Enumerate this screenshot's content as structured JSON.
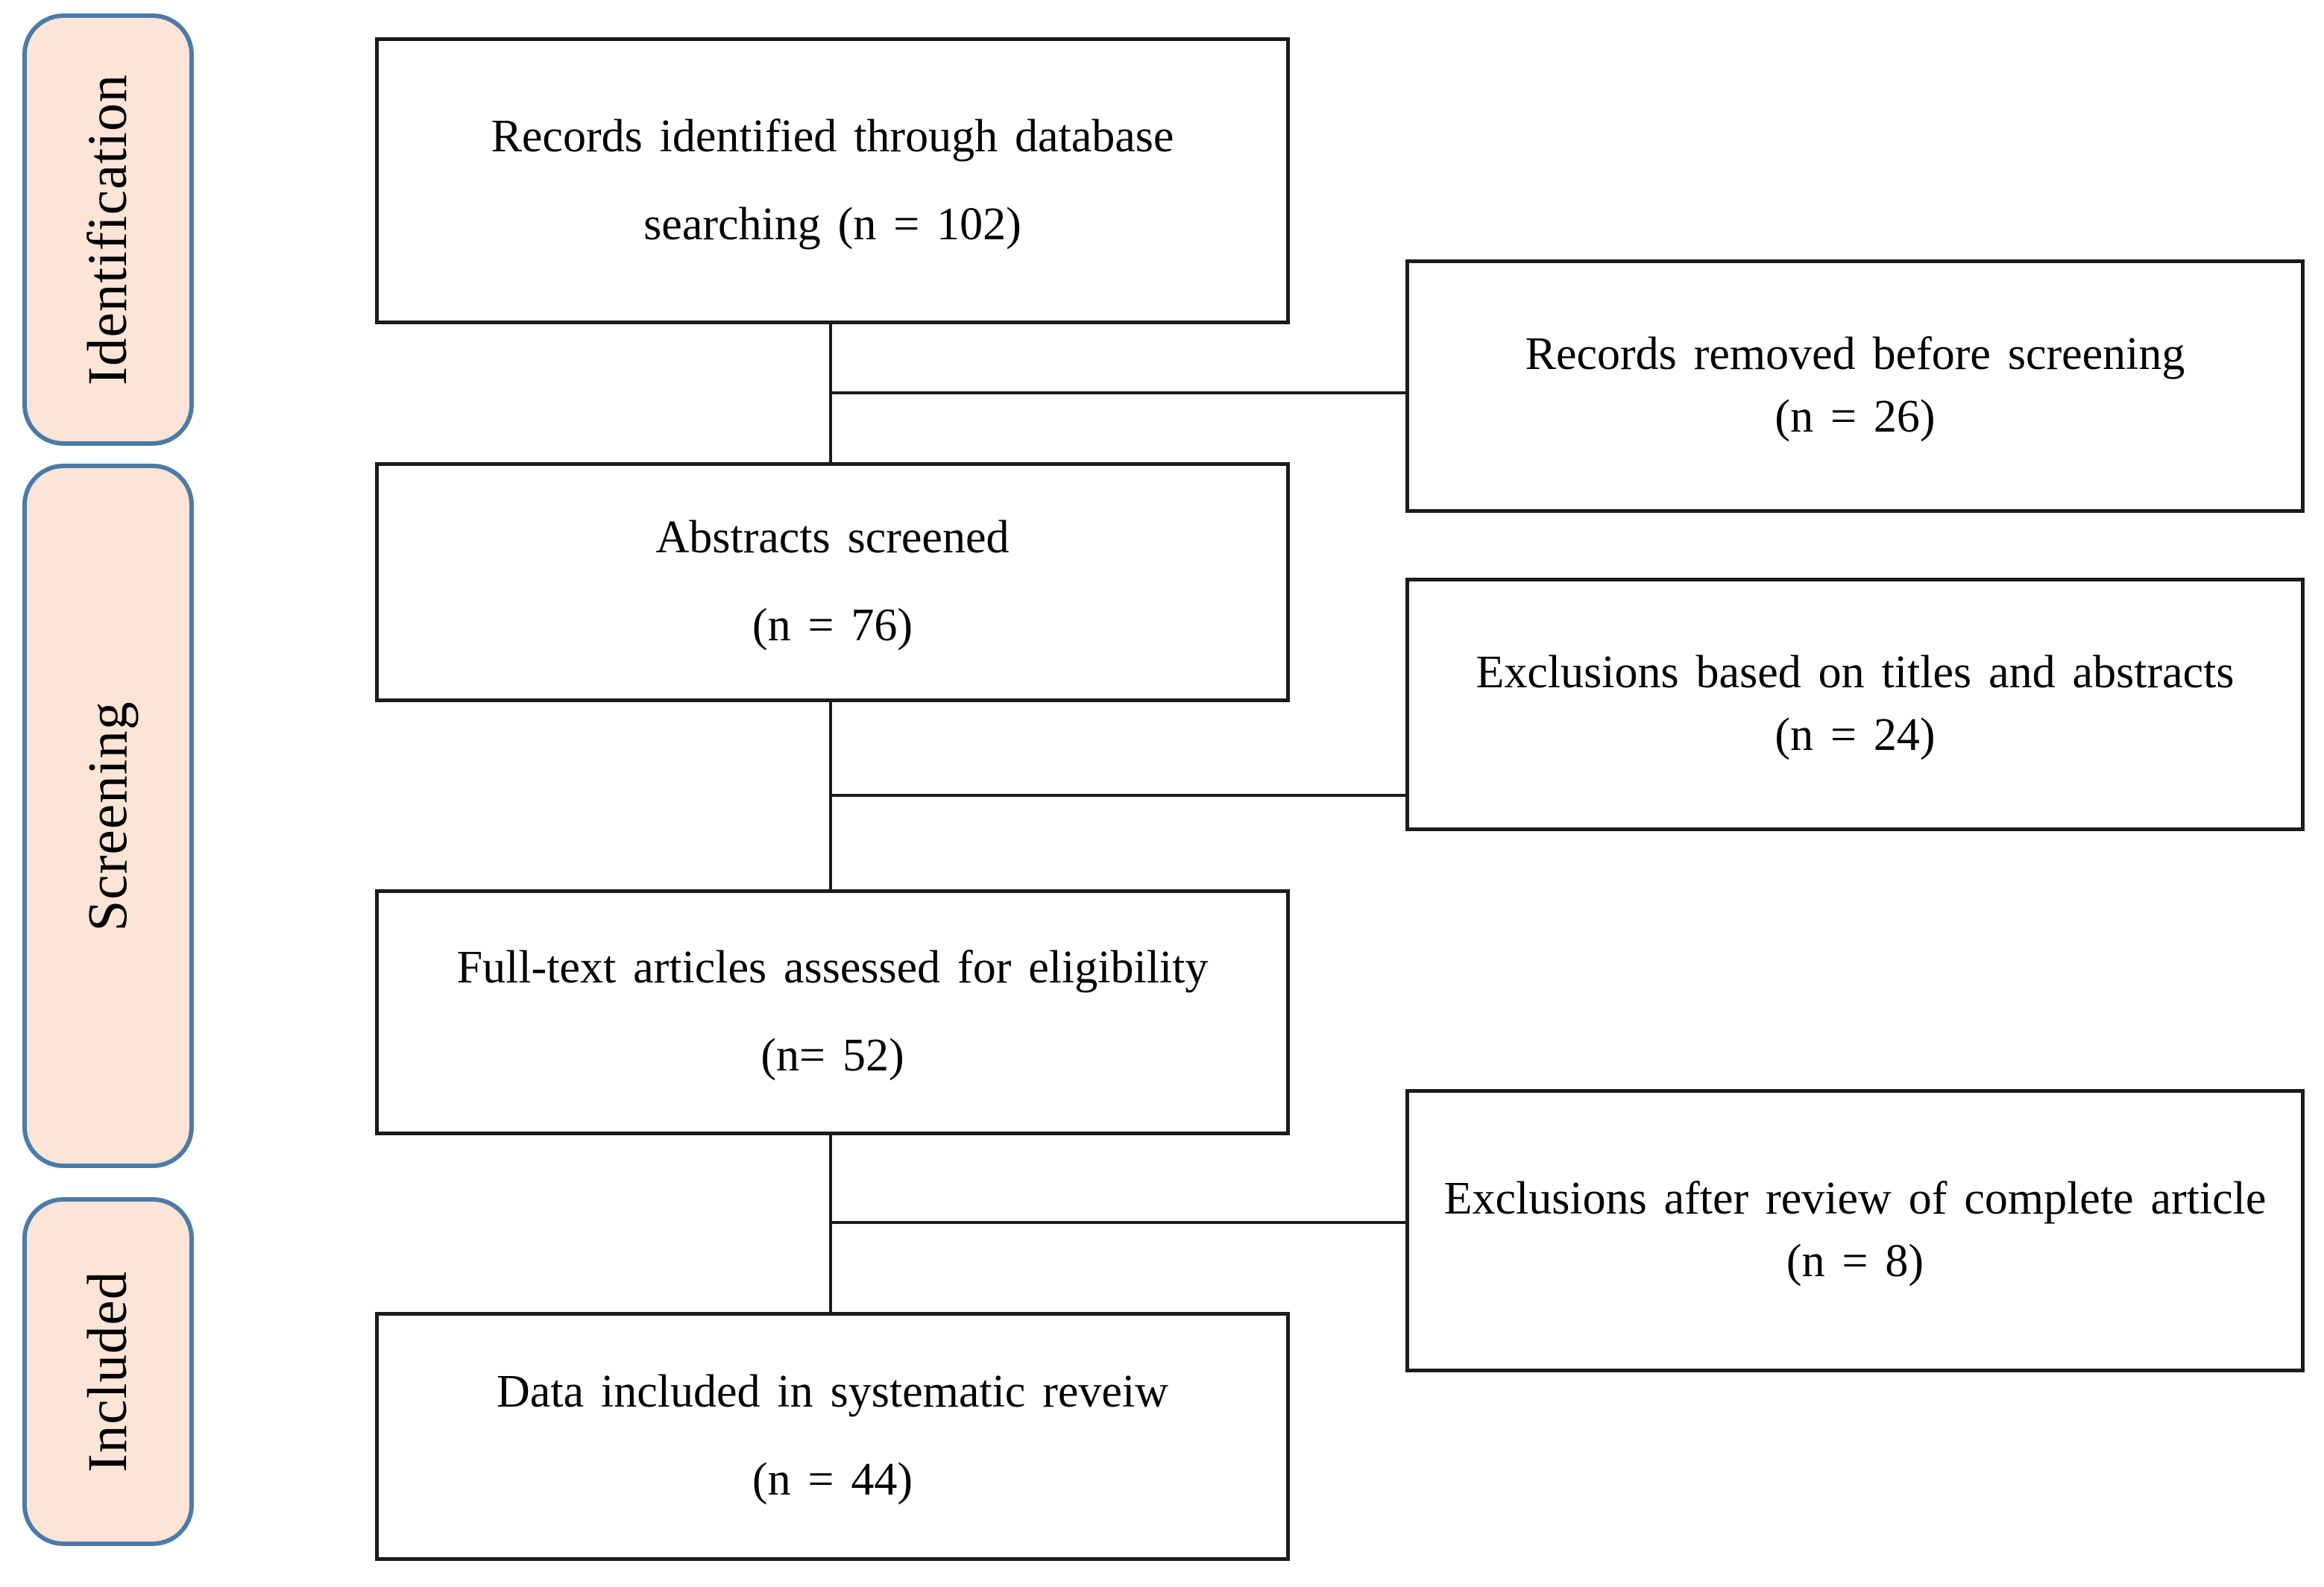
{
  "stages": [
    {
      "label": "Identification"
    },
    {
      "label": "Screening"
    },
    {
      "label": "Included"
    }
  ],
  "main_boxes": [
    {
      "line1": "Records identified through database",
      "line2": "searching (n = 102)"
    },
    {
      "line1": "Abstracts screened",
      "line2": "(n = 76)"
    },
    {
      "line1": "Full-text articles assessed for eligibility",
      "line2": "(n= 52)"
    },
    {
      "line1": "Data included in systematic reveiw",
      "line2": "(n = 44)"
    }
  ],
  "side_boxes": [
    {
      "line1": "Records removed before screening",
      "line2": "(n = 26)"
    },
    {
      "line1": "Exclusions based on titles and abstracts",
      "line2": "(n = 24)"
    },
    {
      "line1": "Exclusions after review of complete article",
      "line2": "(n = 8)"
    }
  ],
  "colors": {
    "background": "#ffffff",
    "text": "#000000",
    "box_border": "#1b1b1b",
    "box_fill": "#ffffff",
    "connector_line": "#1b1b1b",
    "stage_fill": "#fce4d6",
    "stage_border": "#4a7ba8"
  }
}
